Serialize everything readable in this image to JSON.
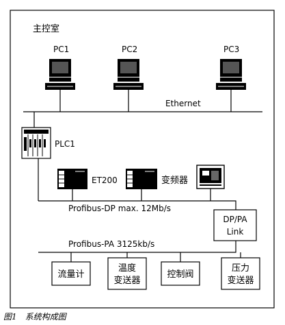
{
  "room_label": "主控室",
  "computers": [
    {
      "name": "PC1"
    },
    {
      "name": "PC2"
    },
    {
      "name": "PC3"
    }
  ],
  "ethernet_label": "Ethernet",
  "plc_label": "PLC1",
  "profibus_dp_devices": [
    {
      "name": "ET200"
    },
    {
      "name": "变频器"
    }
  ],
  "profibus_dp_label": "Profibus-DP max. 12Mb/s",
  "dp_pa_link": {
    "line1": "DP/PA",
    "line2": "Link"
  },
  "profibus_pa_label": "Profibus-PA 3125kb/s",
  "field_devices": [
    {
      "line1": "流量计",
      "line2": ""
    },
    {
      "line1": "温度",
      "line2": "变送器"
    },
    {
      "line1": "控制阀",
      "line2": ""
    },
    {
      "line1": "压力",
      "line2": "变送器"
    }
  ],
  "figure_caption": "图1　系统构成图"
}
